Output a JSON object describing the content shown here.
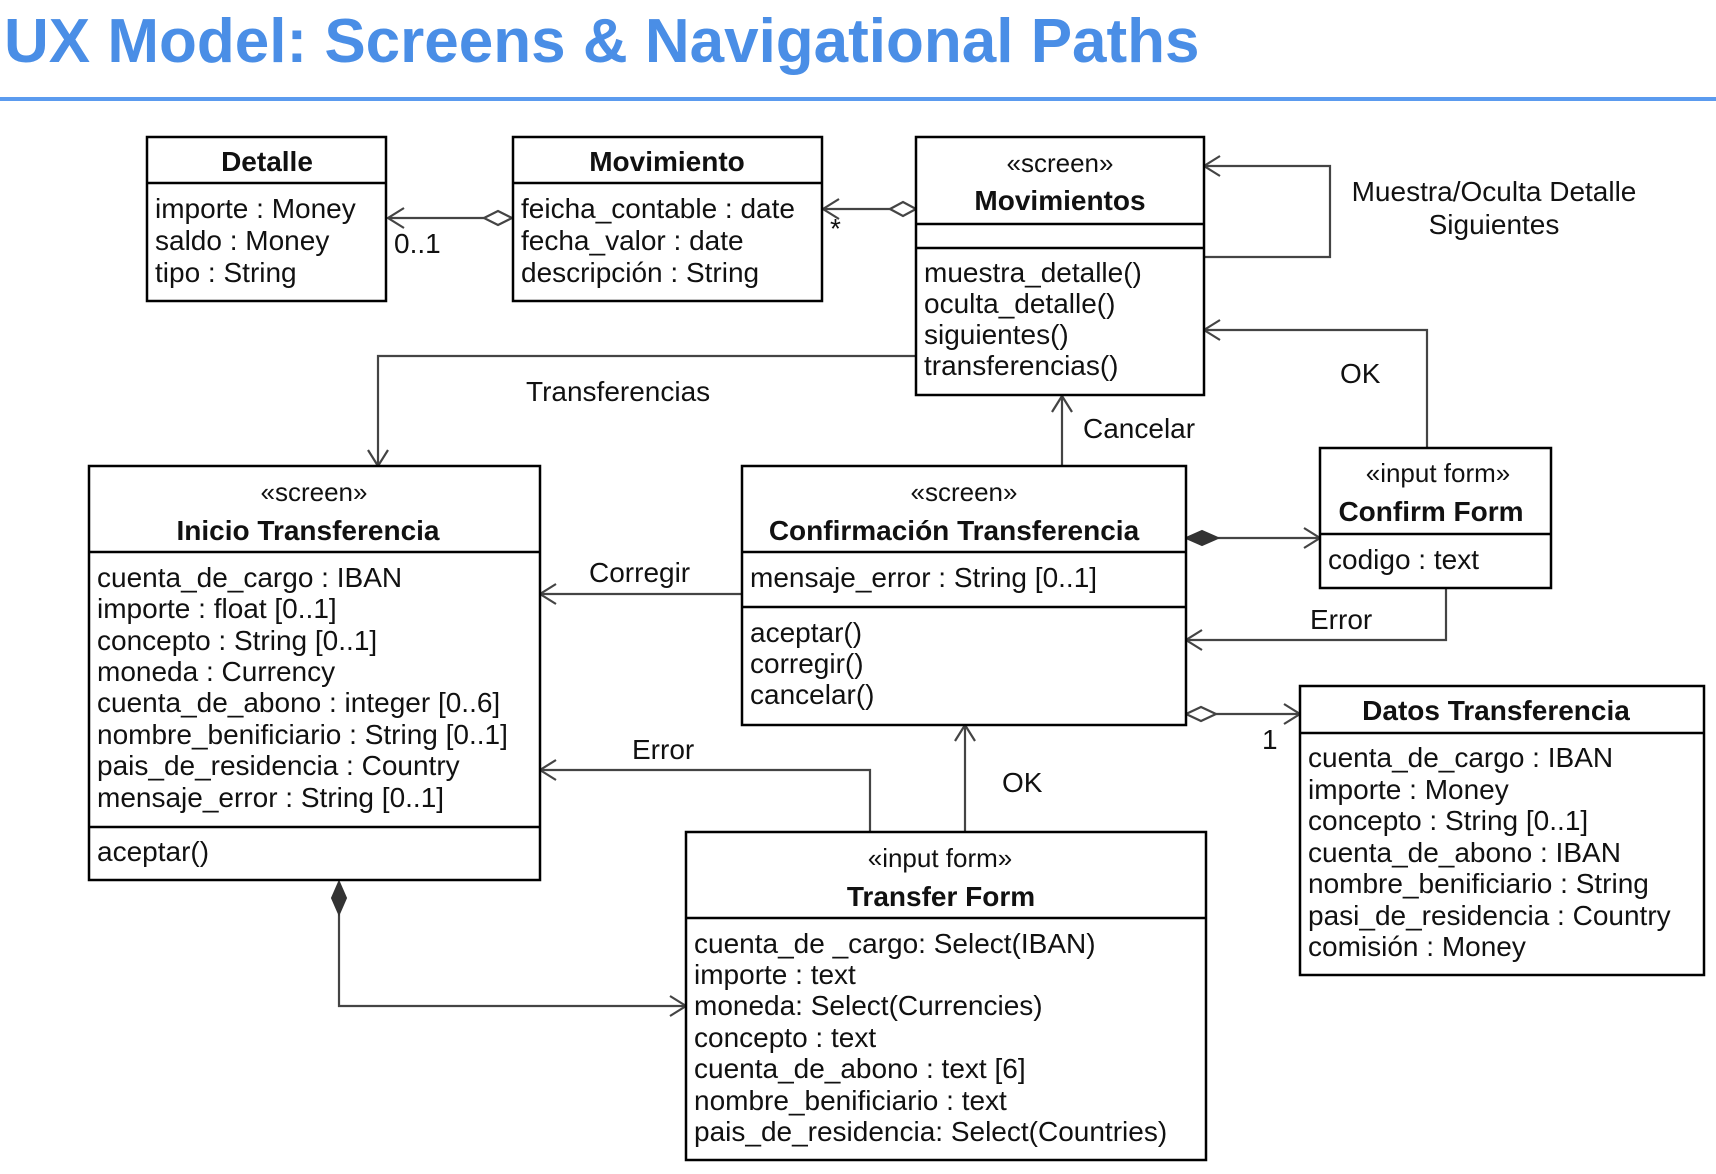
{
  "title": "UX Model: Screens & Navigational Paths",
  "colors": {
    "title": "#4a8ee6",
    "rule": "#5b9bef",
    "operations": "#1a1a55"
  },
  "classes": {
    "detalle": {
      "name": "Detalle",
      "attributes": [
        "importe : Money",
        "saldo : Money",
        "tipo : String"
      ]
    },
    "movimiento": {
      "name": "Movimiento",
      "attributes": [
        "feicha_contable : date",
        "fecha_valor : date",
        "descripción : String"
      ]
    },
    "movimientos": {
      "stereotype": "«screen»",
      "name": "Movimientos",
      "operations": [
        "muestra_detalle()",
        "oculta_detalle()",
        "siguientes()",
        "transferencias()"
      ]
    },
    "inicio": {
      "stereotype": "«screen»",
      "name": "Inicio Transferencia",
      "attributes": [
        "cuenta_de_cargo : IBAN",
        "importe : float [0..1]",
        "concepto : String [0..1]",
        "moneda : Currency",
        "cuenta_de_abono : integer [0..6]",
        "nombre_benificiario : String [0..1]",
        "pais_de_residencia : Country",
        "mensaje_error : String [0..1]"
      ],
      "operations": [
        "aceptar()"
      ]
    },
    "confirmacion": {
      "stereotype": "«screen»",
      "name": "Confirmación Transferencia",
      "attributes": [
        "mensaje_error : String [0..1]"
      ],
      "operations": [
        "aceptar()",
        "corregir()",
        "cancelar()"
      ]
    },
    "confirm_form": {
      "stereotype": "«input form»",
      "name": "Confirm Form",
      "attributes": [
        "codigo : text"
      ]
    },
    "datos": {
      "name": "Datos Transferencia",
      "attributes": [
        "cuenta_de_cargo : IBAN",
        "importe : Money",
        "concepto : String [0..1]",
        "cuenta_de_abono : IBAN",
        "nombre_benificiario : String",
        "pasi_de_residencia : Country",
        "comisión : Money"
      ]
    },
    "transfer_form": {
      "stereotype": "«input form»",
      "name": "Transfer Form",
      "attributes": [
        "cuenta_de _cargo: Select(IBAN)",
        "importe : text",
        "moneda: Select(Currencies)",
        "concepto : text",
        "cuenta_de_abono : text [6]",
        "nombre_benificiario : text",
        "pais_de_residencia: Select(Countries)"
      ]
    }
  },
  "labels": {
    "mult_0_1": "0..1",
    "mult_star": "*",
    "mult_1": "1",
    "self_loop_1": "Muestra/Oculta Detalle",
    "self_loop_2": "Siguientes",
    "transferencias": "Transferencias",
    "ok_confirm": "OK",
    "cancelar": "Cancelar",
    "corregir": "Corregir",
    "error_confirm": "Error",
    "error_transfer": "Error",
    "ok_transfer": "OK"
  }
}
